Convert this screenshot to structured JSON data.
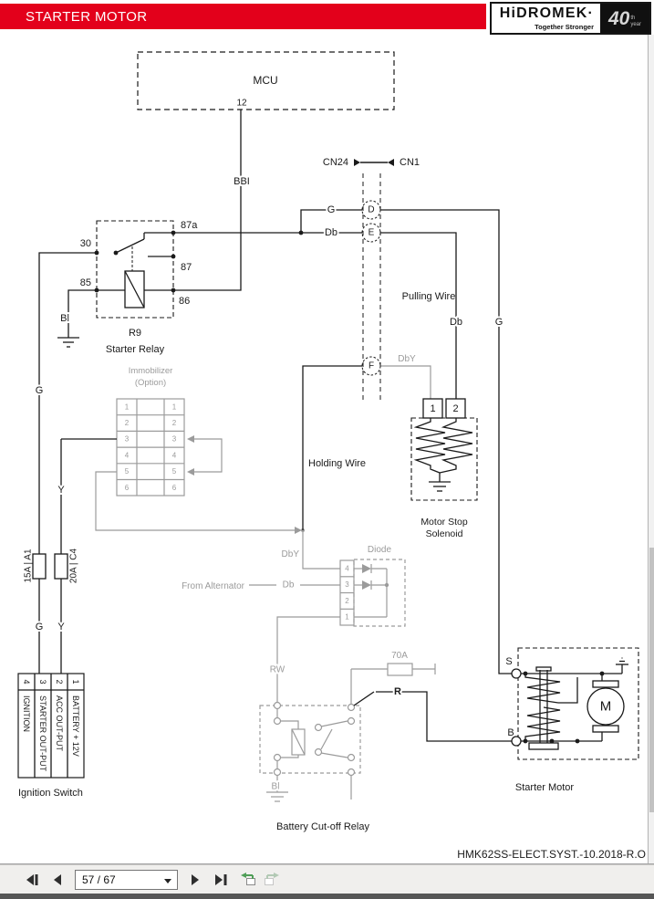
{
  "header": {
    "title": "STARTER MOTOR"
  },
  "logo": {
    "brand": "HiDROMEK·",
    "tagline": "Together Stronger",
    "badge_number": "40",
    "badge_th": "th",
    "badge_year": "year"
  },
  "schematic": {
    "mcu": {
      "label": "MCU",
      "pin": "12"
    },
    "connectors": {
      "cn24": "CN24",
      "cn1": "CN1",
      "d": "D",
      "e": "E",
      "f": "F"
    },
    "wires": {
      "bbi": "BBI",
      "g1": "G",
      "db1": "Db",
      "g2": "G",
      "db2": "Db",
      "g3": "G",
      "g4": "G",
      "y1": "Y",
      "y2": "Y",
      "bl1": "Bl",
      "bl2": "Bl",
      "rw": "RW",
      "r": "R",
      "dby1": "DbY",
      "dby2": "DbY",
      "db3": "Db",
      "pulling_wire": "Pulling Wire",
      "holding_wire": "Holding Wire",
      "from_alternator": "From Alternator"
    },
    "relay": {
      "p30": "30",
      "p85": "85",
      "p86": "86",
      "p87": "87",
      "p87a": "87a",
      "name": "R9",
      "caption": "Starter Relay"
    },
    "fuses": {
      "f1": "15A | A1",
      "f2": "20A | C4",
      "f70": "70A"
    },
    "immobilizer": {
      "title": "Immobilizer",
      "subtitle": "(Option)",
      "pins": [
        "1",
        "2",
        "3",
        "4",
        "5",
        "6"
      ]
    },
    "solenoid": {
      "pin1": "1",
      "pin2": "2",
      "caption1": "Motor Stop",
      "caption2": "Solenoid"
    },
    "diode": {
      "title": "Diode",
      "pins": [
        "4",
        "3",
        "2",
        "1"
      ]
    },
    "battery_relay": {
      "caption": "Battery Cut-off Relay"
    },
    "starter_motor": {
      "s": "S",
      "b": "B",
      "m": "M",
      "caption": "Starter Motor"
    },
    "ignition": {
      "nums": [
        "4",
        "3",
        "2",
        "1"
      ],
      "cols": [
        "IGNITION",
        "STARTER OUT-PUT",
        "ACC OUT-PUT",
        "BATTERY + 12V"
      ],
      "caption": "Ignition Switch"
    }
  },
  "footer": {
    "doc_ref": "HMK62SS-ELECT.SYST.-10.2018-R.O"
  },
  "toolbar": {
    "page_indicator": "57 / 67"
  },
  "colors": {
    "accent_red": "#e3001b",
    "diagram_gray": "#9b9b9b",
    "icon_green": "#4f9e57"
  }
}
